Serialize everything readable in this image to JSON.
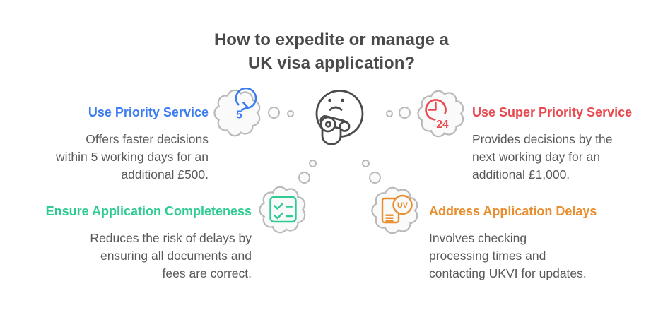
{
  "title": {
    "line1": "How to expedite or manage a",
    "line2": "UK visa application?"
  },
  "center": {
    "icon": "thinking-face-icon"
  },
  "colors": {
    "blue": "#3b7cf0",
    "red": "#e8494e",
    "green": "#2ecc90",
    "orange": "#e78e2f",
    "title_text": "#4a4a4a",
    "body_text": "#595959",
    "bubble_outline": "#b9b9b9",
    "bubble_fill": "#fafafa"
  },
  "sections": [
    {
      "heading": "Use Priority Service",
      "color": "#3b7cf0",
      "icon": "clock-cycle-5-icon",
      "icon_label": "5",
      "desc": [
        "Offers faster decisions",
        "within 5 working days for an",
        "additional £500."
      ]
    },
    {
      "heading": "Use Super Priority Service",
      "color": "#e8494e",
      "icon": "clock-24-icon",
      "icon_label": "24",
      "desc": [
        "Provides decisions by the",
        "next working day for an",
        "additional £1,000."
      ]
    },
    {
      "heading": "Ensure Application Completeness",
      "color": "#2ecc90",
      "icon": "checklist-icon",
      "icon_label": "",
      "desc": [
        "Reduces the risk of delays by",
        "ensuring all documents and",
        "fees are correct."
      ]
    },
    {
      "heading": "Address Application Delays",
      "color": "#e78e2f",
      "icon": "visa-document-uv-icon",
      "icon_label": "UV",
      "desc": [
        "Involves checking",
        "processing times and",
        "contacting UKVI for updates."
      ]
    }
  ]
}
